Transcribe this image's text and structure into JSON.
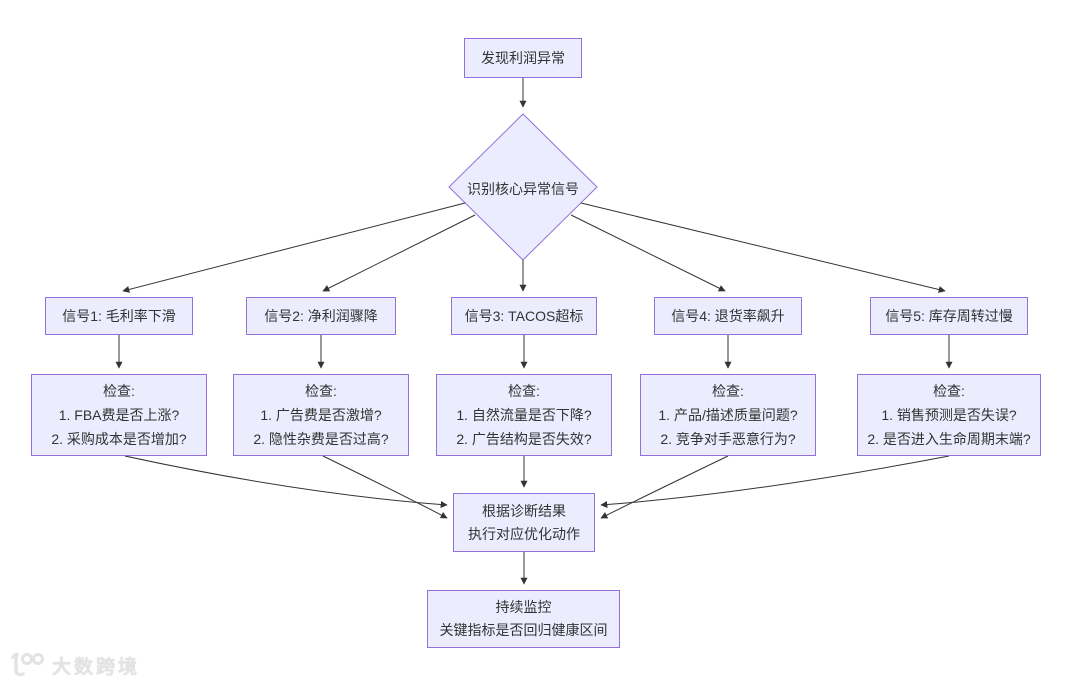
{
  "flowchart": {
    "start": {
      "label": "发现利润异常"
    },
    "decision": {
      "label": "识别核心异常信号"
    },
    "signals": [
      {
        "label": "信号1: 毛利率下滑",
        "check": {
          "title": "检查:",
          "items": [
            "1. FBA费是否上涨?",
            "2. 采购成本是否增加?"
          ]
        }
      },
      {
        "label": "信号2: 净利润骤降",
        "check": {
          "title": "检查:",
          "items": [
            "1. 广告费是否激增?",
            "2. 隐性杂费是否过高?"
          ]
        }
      },
      {
        "label": "信号3: TACOS超标",
        "check": {
          "title": "检查:",
          "items": [
            "1. 自然流量是否下降?",
            "2. 广告结构是否失效?"
          ]
        }
      },
      {
        "label": "信号4: 退货率飙升",
        "check": {
          "title": "检查:",
          "items": [
            "1. 产品/描述质量问题?",
            "2. 竞争对手恶意行为?"
          ]
        }
      },
      {
        "label": "信号5: 库存周转过慢",
        "check": {
          "title": "检查:",
          "items": [
            "1. 销售预测是否失误?",
            "2. 是否进入生命周期末端?"
          ]
        }
      }
    ],
    "action": {
      "lines": [
        "根据诊断结果",
        "执行对应优化动作"
      ]
    },
    "monitor": {
      "lines": [
        "持续监控",
        "关键指标是否回归健康区间"
      ]
    },
    "colors": {
      "node_fill": "#ECECFF",
      "node_border": "#9370DB",
      "text": "#333333",
      "connector": "#333333",
      "watermark": "#E3E3E3"
    },
    "watermark": {
      "logo": "100",
      "brand": "大数跨境"
    }
  }
}
